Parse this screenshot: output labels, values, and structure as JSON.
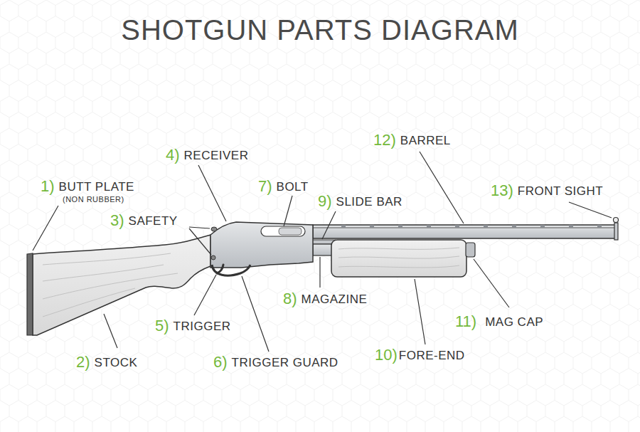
{
  "diagram": {
    "title": "SHOTGUN PARTS DIAGRAM",
    "labels": [
      "1)",
      "BUTT PLATE",
      "(NON RUBBER)",
      "2)",
      "STOCK",
      "3)",
      "SAFETY",
      "4)",
      "RECEIVER",
      "5)",
      "TRIGGER",
      "6)",
      "TRIGGER GUARD",
      "7)",
      "BOLT",
      "8)",
      "MAGAZINE",
      "9)",
      "SLIDE BAR",
      "10)",
      "FORE-END",
      "11)",
      "MAG CAP",
      "12)",
      "BARREL",
      "13)",
      "FRONT SIGHT"
    ]
  }
}
